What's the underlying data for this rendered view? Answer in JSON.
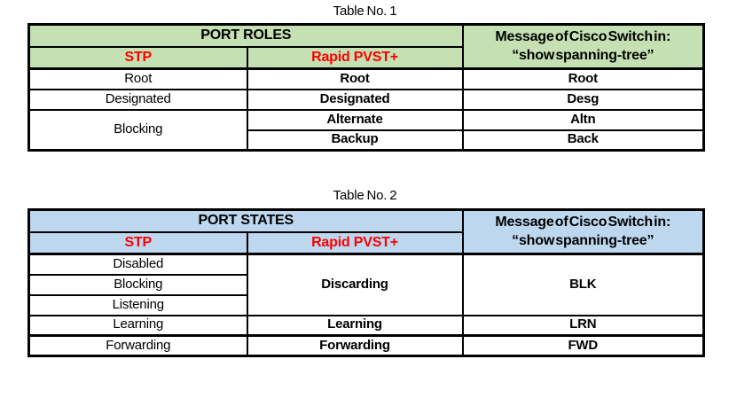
{
  "colors": {
    "table1_header_bg": "#c5e0b3",
    "table2_header_bg": "#bdd7ee",
    "accent_red": "#ff0000",
    "border_black": "#000000",
    "page_bg": "#ffffff"
  },
  "table1": {
    "title": "Table No. 1",
    "group_header": "PORT ROLES",
    "stp_header": "STP",
    "rpvst_header": "Rapid PVST+",
    "msg_header_line1": "Message of Cisco Switch in:",
    "msg_header_line2": "“show spanning-tree”",
    "cells": {
      "r1c1": "Root",
      "r1c2": "Root",
      "r1c3": "Root",
      "r2c1": "Designated",
      "r2c2": "Designated",
      "r2c3": "Desg",
      "r3c1": "Blocking",
      "r3c2": "Alternate",
      "r3c3": "Altn",
      "r4c2": "Backup",
      "r4c3": "Back"
    }
  },
  "table2": {
    "title": "Table No. 2",
    "group_header": "PORT STATES",
    "stp_header": "STP",
    "rpvst_header": "Rapid PVST+",
    "msg_header_line1": "Message of Cisco Switch in:",
    "msg_header_line2": "“show spanning-tree”",
    "cells": {
      "r1c1": "Disabled",
      "r1c2": "Discarding",
      "r1c3": "BLK",
      "r2c1": "Blocking",
      "r3c1": "Listening",
      "r4c1": "Learning",
      "r4c2": "Learning",
      "r4c3": "LRN",
      "r5c1": "Forwarding",
      "r5c2": "Forwarding",
      "r5c3": "FWD"
    }
  }
}
